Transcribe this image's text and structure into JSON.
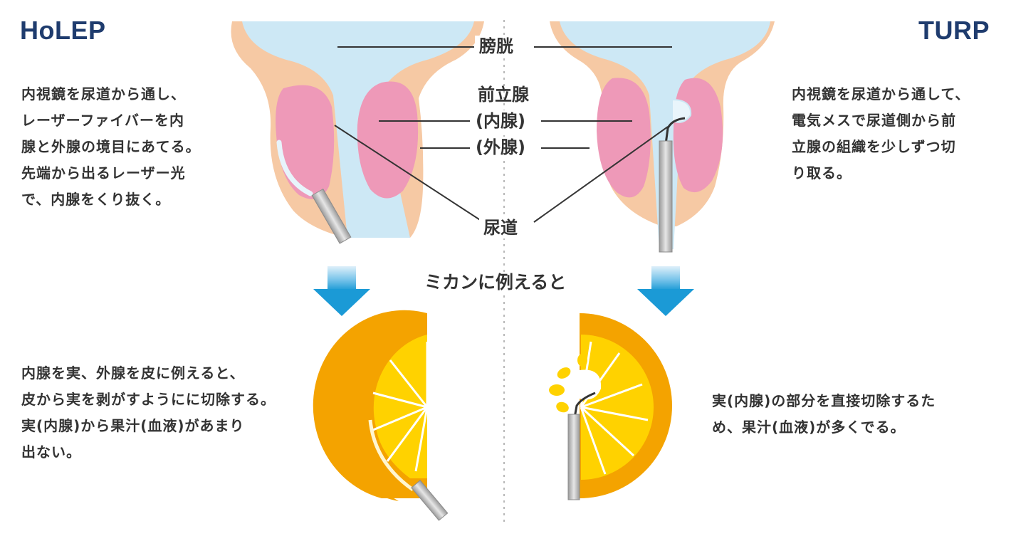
{
  "titles": {
    "left": "HoLEP",
    "right": "TURP"
  },
  "labels": {
    "bladder": "膀胱",
    "prostate": "前立腺",
    "inner_gland": "(内腺)",
    "outer_gland": "(外腺)",
    "urethra": "尿道",
    "mikan": "ミカンに例えると"
  },
  "holep": {
    "description": [
      "内視鏡を尿道から通し、",
      "レーザーファイバーを内",
      "腺と外腺の境目にあてる。",
      "先端から出るレーザー光",
      "で、内腺をくり抜く。"
    ],
    "orange_description": [
      "内腺を実、外腺を皮に例えると、",
      "皮から実を剥がすようにに切除する。",
      "実(内腺)から果汁(血液)があまり",
      "出ない。"
    ]
  },
  "turp": {
    "description": [
      "内視鏡を尿道から通して、",
      "電気メスで尿道側から前",
      "立腺の組織を少しずつ切",
      "り取る。"
    ],
    "orange_description": [
      "実(内腺)の部分を直接切除するた",
      "め、果汁(血液)が多くでる。"
    ]
  },
  "colors": {
    "title": "#1f3c6e",
    "bladder": "#cde8f5",
    "outer_gland": "#f6c9a4",
    "inner_gland": "#ee99b8",
    "arrow": "#1b9ad6",
    "orange_peel": "#f4a300",
    "orange_flesh": "#ffd200"
  }
}
